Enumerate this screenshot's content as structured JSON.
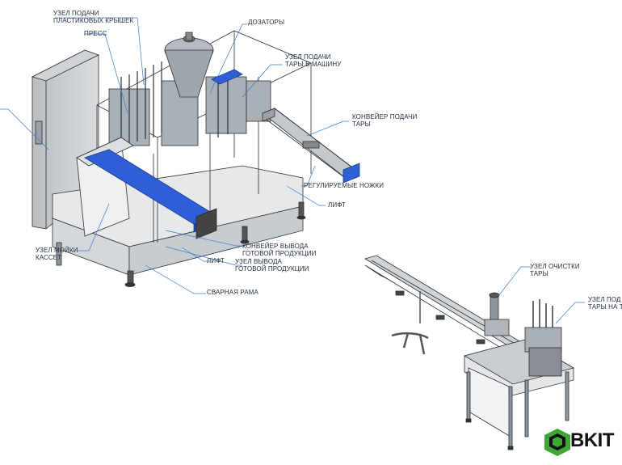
{
  "labels": {
    "cap_feed": [
      "УЗЕЛ ПОДАЧИ",
      "ПЛАСТИКОВЫХ КРЫШЕК"
    ],
    "press": [
      "ПРЕСС"
    ],
    "dosers": [
      "ДОЗАТОРЫ"
    ],
    "container_feed": [
      "УЗЕЛ ПОДАЧИ",
      "ТАРЫ В МАШИНУ"
    ],
    "container_conveyor": [
      "КОНВЕЙЕР ПОДАЧИ",
      "ТАРЫ"
    ],
    "adjustable_legs": [
      "РЕГУЛИРУЕМЫЕ НОЖКИ"
    ],
    "lift_right": [
      "ЛИФТ"
    ],
    "product_conveyor": [
      "КОНВЕЙЕР ВЫВОДА",
      "ГОТОВОЙ ПРОДУКЦИИ"
    ],
    "lift_bottom": [
      "ЛИФТ"
    ],
    "product_output": [
      "УЗЕЛ ВЫВОДА",
      "ГОТОВОЙ ПРОДУКЦИИ"
    ],
    "cassette_wash": [
      "УЗЕЛ МОЙКИ",
      "КАССЕТ"
    ],
    "welded_frame": [
      "СВАРНАЯ РАМА"
    ],
    "container_cleaning": [
      "УЗЕЛ ОЧИСТКИ",
      "ТАРЫ"
    ],
    "container_feed_2": [
      "УЗЕЛ ПОД",
      "ТАРЫ НА Т"
    ]
  },
  "logo": {
    "text": "BKIT",
    "color": "#3fa535"
  },
  "colors": {
    "accent": "#2f5fd6",
    "leader": "#3a7ad0",
    "steel": "#8e969e",
    "dark": "#2a2f35"
  }
}
